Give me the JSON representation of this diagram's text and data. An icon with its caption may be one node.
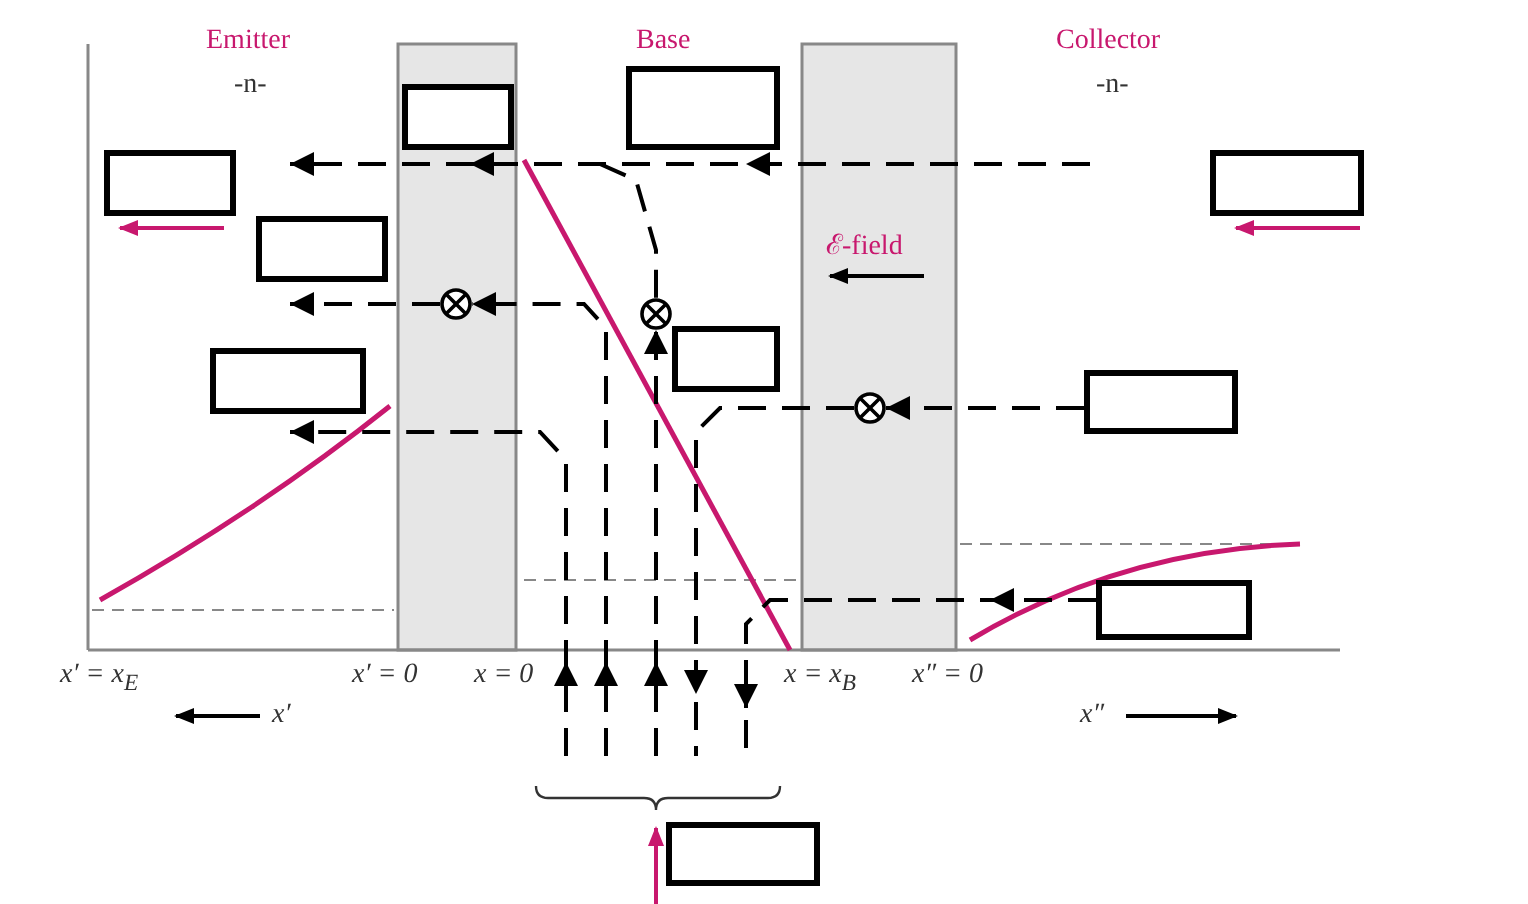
{
  "diagram": {
    "nodes": [
      {
        "text": [],
        "shape": "box"
      },
      {
        "text": [],
        "shape": "box"
      },
      {
        "text": [],
        "shape": "box"
      },
      {
        "text": [],
        "shape": "box"
      },
      {
        "text": [],
        "shape": "box"
      },
      {
        "text": [],
        "shape": "circle"
      },
      {
        "text": [],
        "shape": "circle"
      },
      {
        "text": [],
        "shape": "box"
      },
      {
        "text": [],
        "shape": "box"
      },
      {
        "text": [],
        "shape": "box"
      },
      {
        "text": [],
        "shape": "circle"
      },
      {
        "text": [],
        "shape": "box"
      },
      {
        "text": [],
        "shape": "box"
      }
    ],
    "edges": [
      {
        "from": 9,
        "to": 10,
        "arrow": "to",
        "style": "dashed"
      },
      {
        "from": 10,
        "to": null,
        "arrow": "to",
        "style": "dashed"
      },
      {
        "from": 11,
        "to": null,
        "arrow": "to",
        "style": "dashed"
      },
      {
        "from": 5,
        "to": 4,
        "arrow": "to",
        "style": "dashed"
      },
      {
        "from": null,
        "to": 5,
        "arrow": "to",
        "style": "dashed"
      },
      {
        "from": null,
        "to": 8,
        "arrow": "to",
        "style": "dashed"
      },
      {
        "from": null,
        "to": 6,
        "arrow": "to",
        "style": "dashed"
      },
      {
        "from": null,
        "to": 6,
        "arrow": "none",
        "style": "dashed"
      }
    ],
    "labels": [
      "Emitter",
      "Base",
      "Collector",
      "-n-",
      "-n-",
      "ℰ-field",
      "x′ = x$_{E}$",
      "x′ = 0",
      "x = 0",
      "x = x$_{B}$",
      "x″ = 0",
      "x′",
      "x″"
    ]
  }
}
